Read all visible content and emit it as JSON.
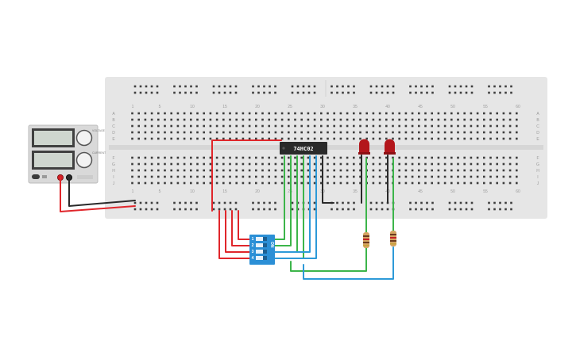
{
  "breadboard": {
    "column_labels": [
      "1",
      "5",
      "10",
      "15",
      "20",
      "25",
      "30",
      "35",
      "40",
      "45",
      "50",
      "55",
      "60"
    ],
    "row_labels_top": [
      "A",
      "B",
      "C",
      "D",
      "E"
    ],
    "row_labels_bottom": [
      "F",
      "G",
      "H",
      "I",
      "J"
    ]
  },
  "chip": {
    "label": "74HC02"
  },
  "dip_switch": {
    "label": "ON",
    "positions": [
      "1",
      "2",
      "3",
      "4"
    ]
  },
  "power_supply": {
    "labels": [
      "VOLTAGE",
      "CURRENT"
    ]
  },
  "leds": [
    {
      "color": "#b3161b"
    },
    {
      "color": "#b3161b"
    }
  ],
  "wire_colors": {
    "red": "#e0262b",
    "black": "#2a2a2a",
    "green": "#3cb54a",
    "blue": "#2d9ad8",
    "breadboard": "#e6e6e6",
    "chip": "#2a2a2a",
    "dip": "#2b8fd6"
  }
}
